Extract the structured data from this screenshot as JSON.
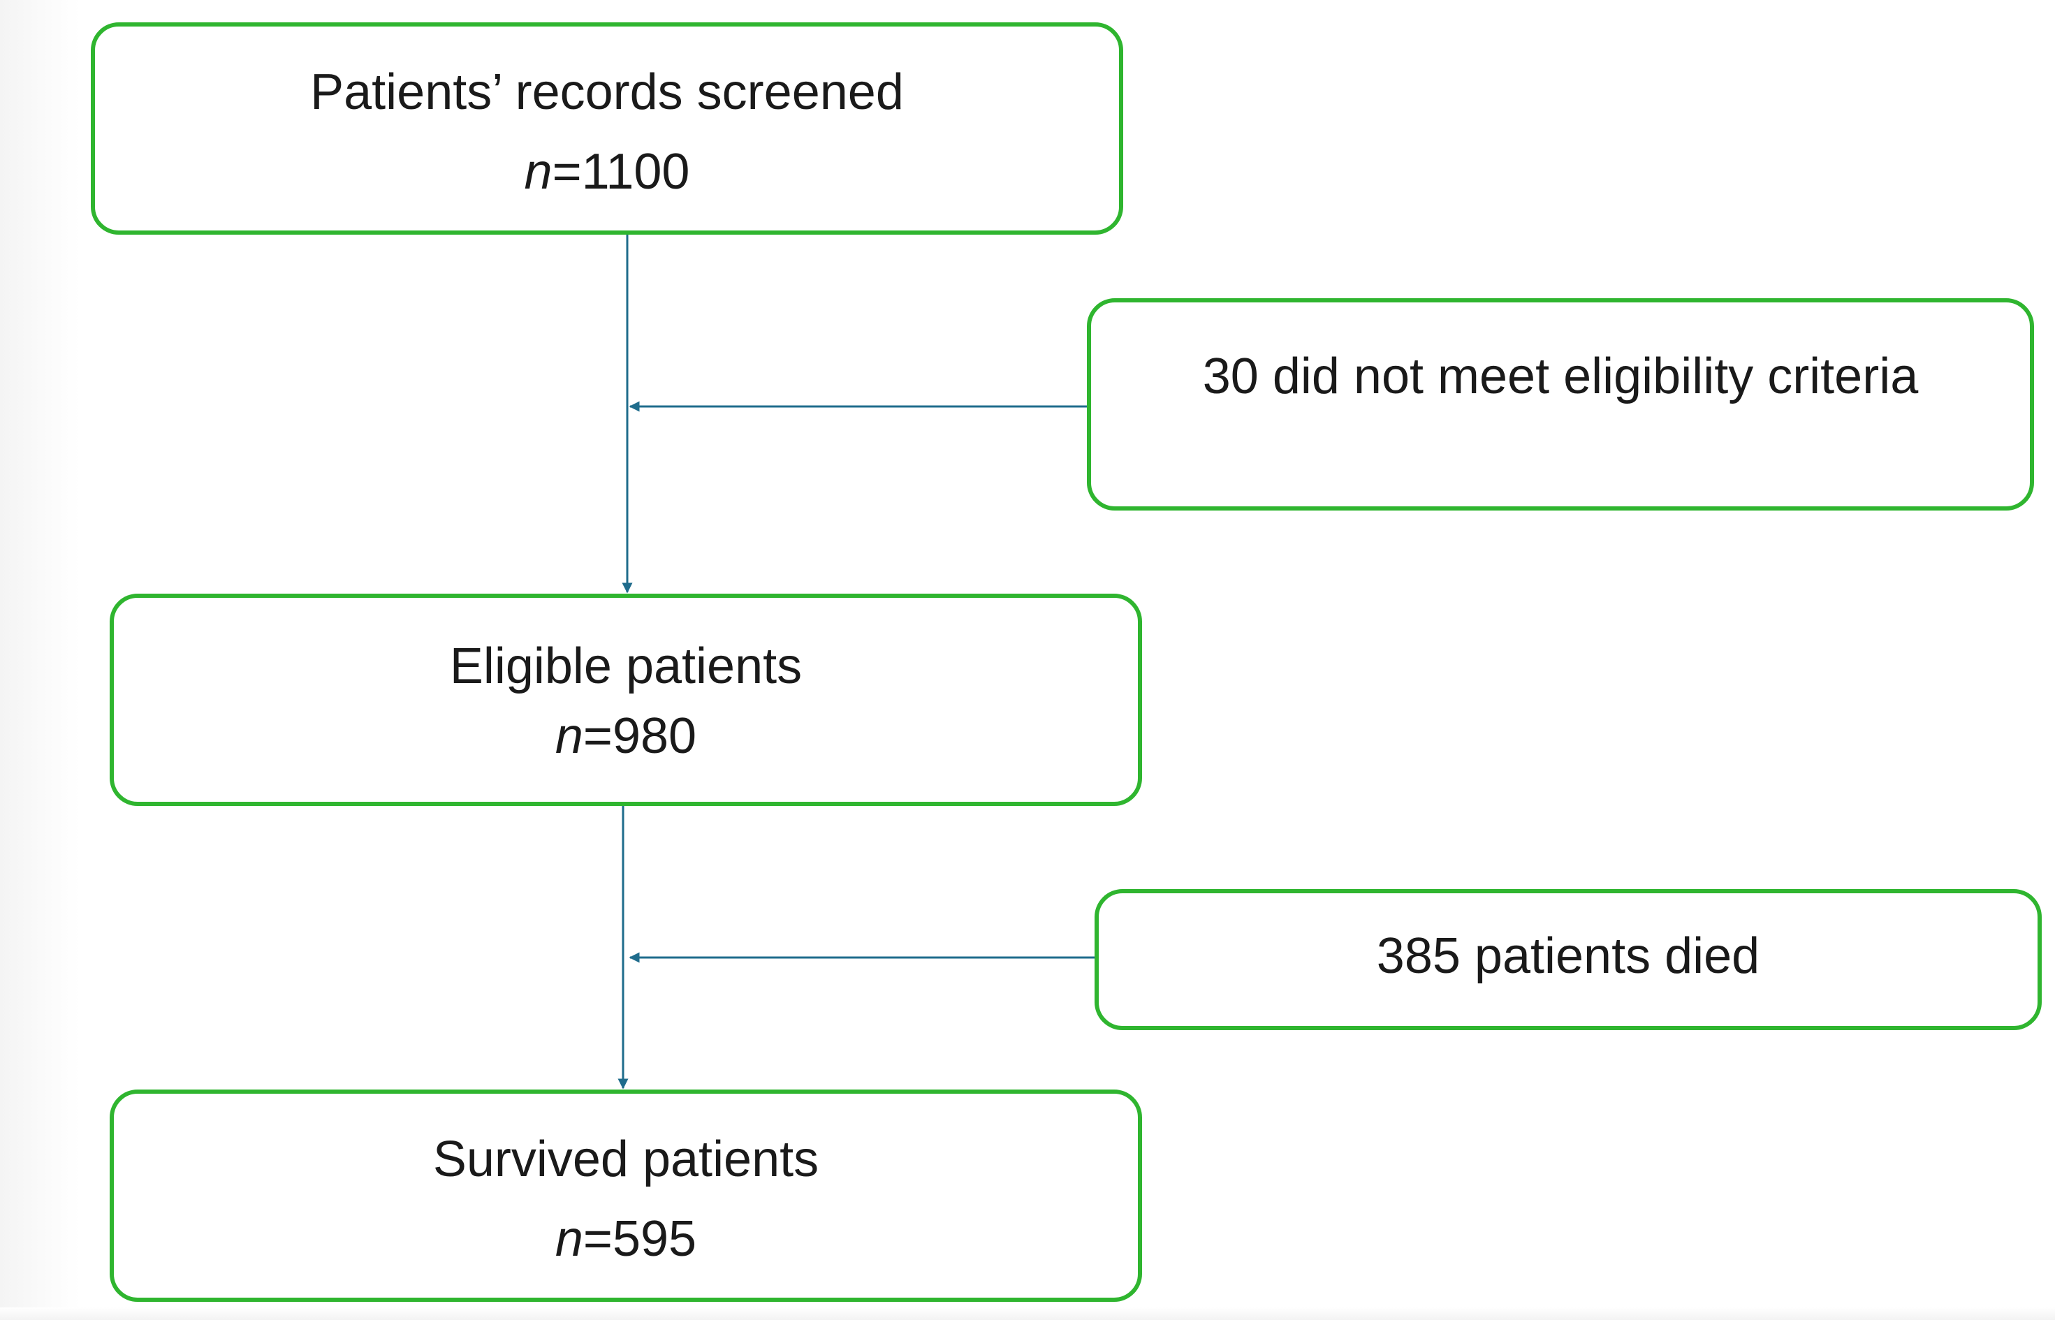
{
  "flow": {
    "screened": {
      "label": "Patients’ records screened",
      "n_prefix": "n",
      "n_value": "=1100"
    },
    "excluded": {
      "label": "30 did not meet eligibility criteria"
    },
    "eligible": {
      "label": "Eligible patients",
      "n_prefix": "n",
      "n_value": "=980"
    },
    "died": {
      "label": "385 patients died"
    },
    "survived": {
      "label": "Survived patients",
      "n_prefix": "n",
      "n_value": "=595"
    }
  },
  "colors": {
    "box_border": "#2fb52f",
    "connector": "#1f6c8c"
  }
}
